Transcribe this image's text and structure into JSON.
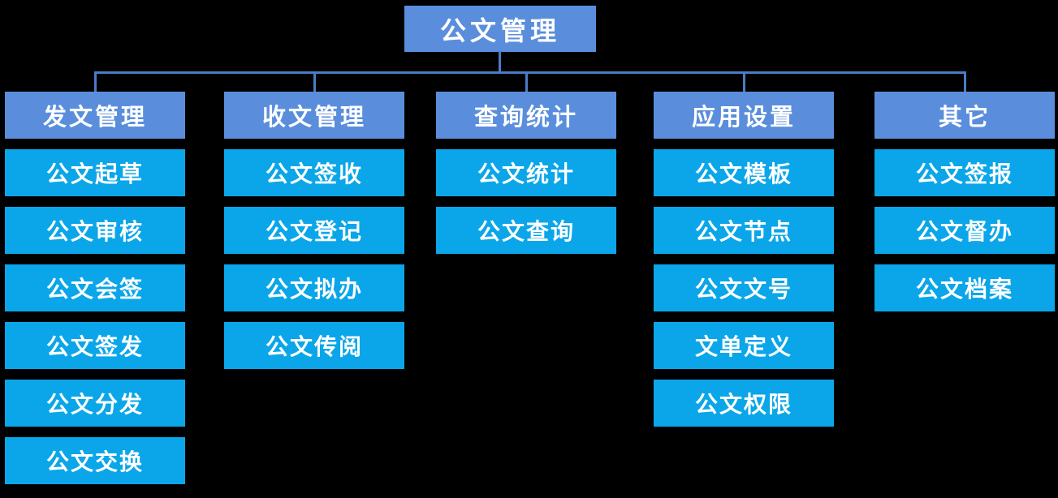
{
  "root": {
    "label": "公文管理"
  },
  "colors": {
    "background": "#000000",
    "headerFill": "#5a8edc",
    "itemFill": "#0aa6e9",
    "lineColor": "#4a7cc6",
    "textColor": "#ffffff"
  },
  "columns": [
    {
      "header": "发文管理",
      "items": [
        "公文起草",
        "公文审核",
        "公文会签",
        "公文签发",
        "公文分发",
        "公文交换"
      ]
    },
    {
      "header": "收文管理",
      "items": [
        "公文签收",
        "公文登记",
        "公文拟办",
        "公文传阅"
      ]
    },
    {
      "header": "查询统计",
      "items": [
        "公文统计",
        "公文查询"
      ]
    },
    {
      "header": "应用设置",
      "items": [
        "公文模板",
        "公文节点",
        "公文文号",
        "文单定义",
        "公文权限"
      ]
    },
    {
      "header": "其它",
      "items": [
        "公文签报",
        "公文督办",
        "公文档案"
      ]
    }
  ]
}
